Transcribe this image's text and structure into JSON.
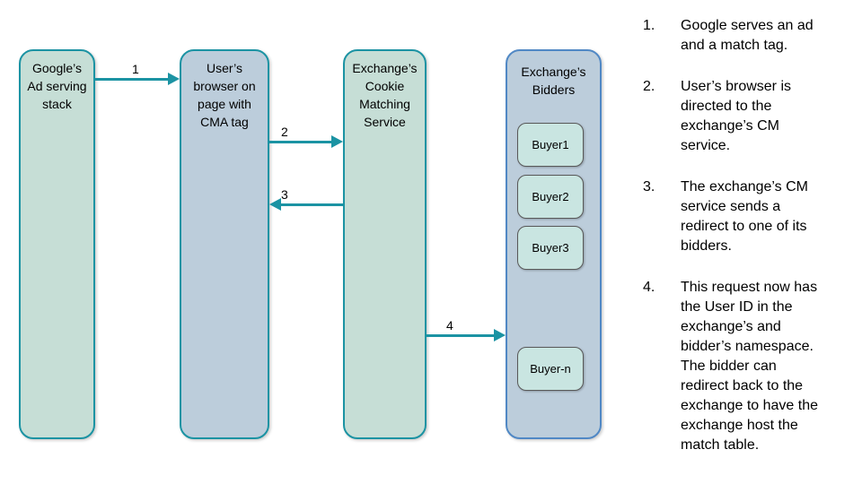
{
  "diagram": {
    "columns": [
      {
        "id": "google-ad-stack",
        "title": "Google’s\nAd serving\nstack"
      },
      {
        "id": "user-browser",
        "title": "User’s\nbrowser on\npage with\nCMA tag"
      },
      {
        "id": "exchange-cm-service",
        "title": "Exchange’s\nCookie\nMatching\nService"
      },
      {
        "id": "exchange-bidders",
        "title": "Exchange’s\nBidders",
        "buyers": [
          "Buyer1",
          "Buyer2",
          "Buyer3",
          "Buyer-n"
        ]
      }
    ],
    "arrows": [
      {
        "label": "1",
        "from": "google-ad-stack",
        "to": "user-browser"
      },
      {
        "label": "2",
        "from": "user-browser",
        "to": "exchange-cm-service"
      },
      {
        "label": "3",
        "from": "exchange-cm-service",
        "to": "user-browser"
      },
      {
        "label": "4",
        "from": "exchange-cm-service",
        "to": "exchange-bidders"
      }
    ],
    "colors": {
      "arrow_teal": "#1b93a3",
      "node_green_fill": "#c6ded6",
      "node_blue_fill": "#bccddb",
      "bidders_border_blue": "#5088c5",
      "buyer_fill": "#c9e5e1",
      "buyer_border": "#595959"
    }
  },
  "notes": {
    "items": [
      {
        "number": "1.",
        "text": "Google serves an ad\nand a match tag."
      },
      {
        "number": "2.",
        "text": "User’s browser is\ndirected to the\nexchange’s CM\nservice."
      },
      {
        "number": "3.",
        "text": "The exchange’s CM\nservice sends a\nredirect to one of its\nbidders."
      },
      {
        "number": "4.",
        "text": "This request now has\nthe User ID in the\nexchange’s and\nbidder’s namespace.\nThe bidder can\nredirect back to the\nexchange to have the\nexchange host the\nmatch table."
      }
    ]
  }
}
